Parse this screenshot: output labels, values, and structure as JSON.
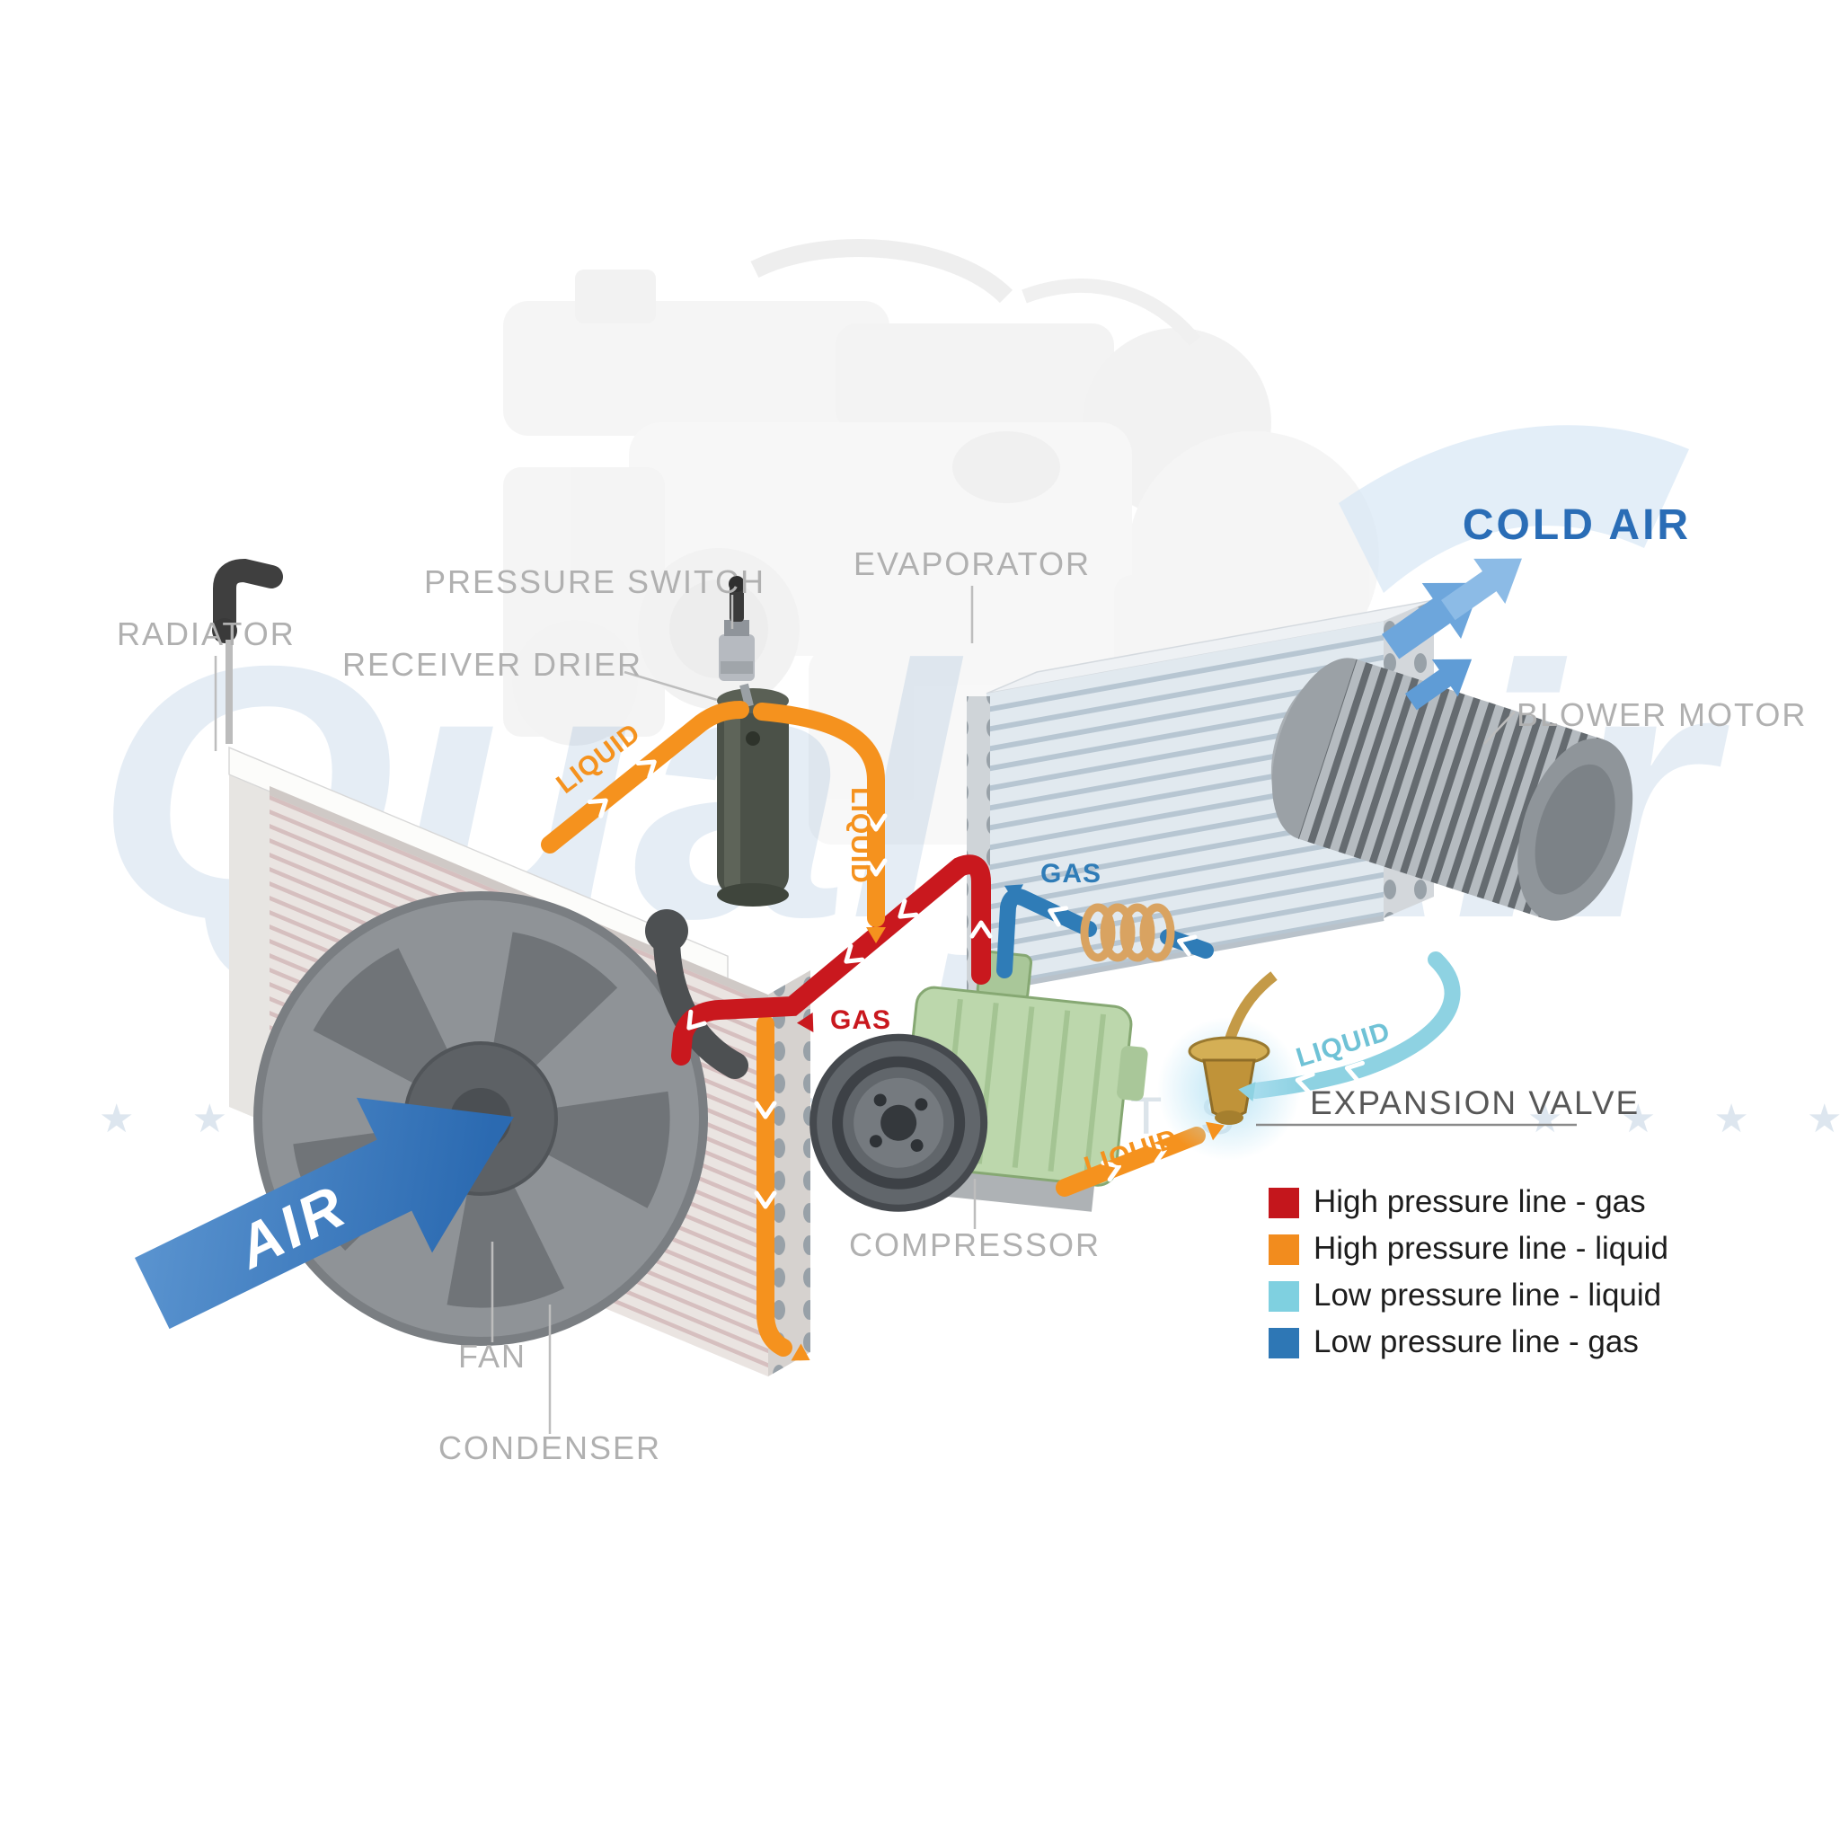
{
  "watermark": {
    "brand": "QualyAir",
    "tagline": "AUTO PARTS",
    "stars_left": "★ ★ ★ ★",
    "stars_right": "★ ★ ★ ★"
  },
  "labels": {
    "radiator": "RADIATOR",
    "pressure_switch": "PRESSURE SWITCH",
    "receiver_drier": "RECEIVER DRIER",
    "evaporator": "EVAPORATOR",
    "blower_motor": "BLOWER MOTOR",
    "cold_air": "COLD AIR",
    "expansion_valve": "EXPANSION VALVE",
    "compressor": "COMPRESSOR",
    "fan": "FAN",
    "condenser": "CONDENSER",
    "air": "AIR"
  },
  "flow": {
    "liquid_condenser_to_drier": "LIQUID",
    "liquid_drier_down": "LIQUID",
    "gas_high": "GAS",
    "gas_low": "GAS",
    "liquid_low": "LIQUID",
    "liquid_to_valve": "LIQUID"
  },
  "legend": {
    "items": [
      {
        "label": "High pressure line - gas",
        "color": "#c4161c"
      },
      {
        "label": "High pressure line - liquid",
        "color": "#f28c1e"
      },
      {
        "label": "Low pressure line - liquid",
        "color": "#7fd0e0"
      },
      {
        "label": "Low pressure line -  gas",
        "color": "#2e77b5"
      }
    ]
  }
}
